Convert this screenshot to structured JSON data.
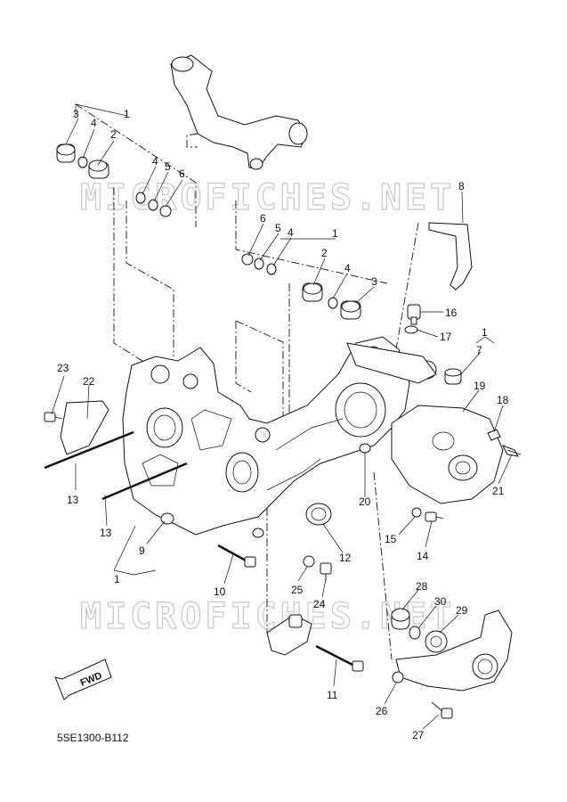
{
  "watermark": "MICROFICHES.NET",
  "diagram_code": "5SE1300-B112",
  "fwd_label": "FWD",
  "callouts": [
    {
      "id": "c1a",
      "text": "1"
    },
    {
      "id": "c2a",
      "text": "2"
    },
    {
      "id": "c3a",
      "text": "3"
    },
    {
      "id": "c4a",
      "text": "4"
    },
    {
      "id": "c4b",
      "text": "4"
    },
    {
      "id": "c5a",
      "text": "5"
    },
    {
      "id": "c6a",
      "text": "6"
    },
    {
      "id": "c1b",
      "text": "1"
    },
    {
      "id": "c2b",
      "text": "2"
    },
    {
      "id": "c3b",
      "text": "3"
    },
    {
      "id": "c4c",
      "text": "4"
    },
    {
      "id": "c4d",
      "text": "4"
    },
    {
      "id": "c5b",
      "text": "5"
    },
    {
      "id": "c6b",
      "text": "6"
    },
    {
      "id": "c8",
      "text": "8"
    },
    {
      "id": "c16",
      "text": "16"
    },
    {
      "id": "c17",
      "text": "17"
    },
    {
      "id": "c1c",
      "text": "1"
    },
    {
      "id": "c7",
      "text": "7"
    },
    {
      "id": "c18",
      "text": "18"
    },
    {
      "id": "c19",
      "text": "19"
    },
    {
      "id": "c21",
      "text": "21"
    },
    {
      "id": "c20",
      "text": "20"
    },
    {
      "id": "c15",
      "text": "15"
    },
    {
      "id": "c14",
      "text": "14"
    },
    {
      "id": "c12",
      "text": "12"
    },
    {
      "id": "c23",
      "text": "23"
    },
    {
      "id": "c22",
      "text": "22"
    },
    {
      "id": "c13a",
      "text": "13"
    },
    {
      "id": "c13b",
      "text": "13"
    },
    {
      "id": "c9",
      "text": "9"
    },
    {
      "id": "c1d",
      "text": "1"
    },
    {
      "id": "c10",
      "text": "10"
    },
    {
      "id": "c25",
      "text": "25"
    },
    {
      "id": "c24",
      "text": "24"
    },
    {
      "id": "c11",
      "text": "11"
    },
    {
      "id": "c28",
      "text": "28"
    },
    {
      "id": "c30",
      "text": "30"
    },
    {
      "id": "c29",
      "text": "29"
    },
    {
      "id": "c26",
      "text": "26"
    },
    {
      "id": "c27",
      "text": "27"
    }
  ]
}
